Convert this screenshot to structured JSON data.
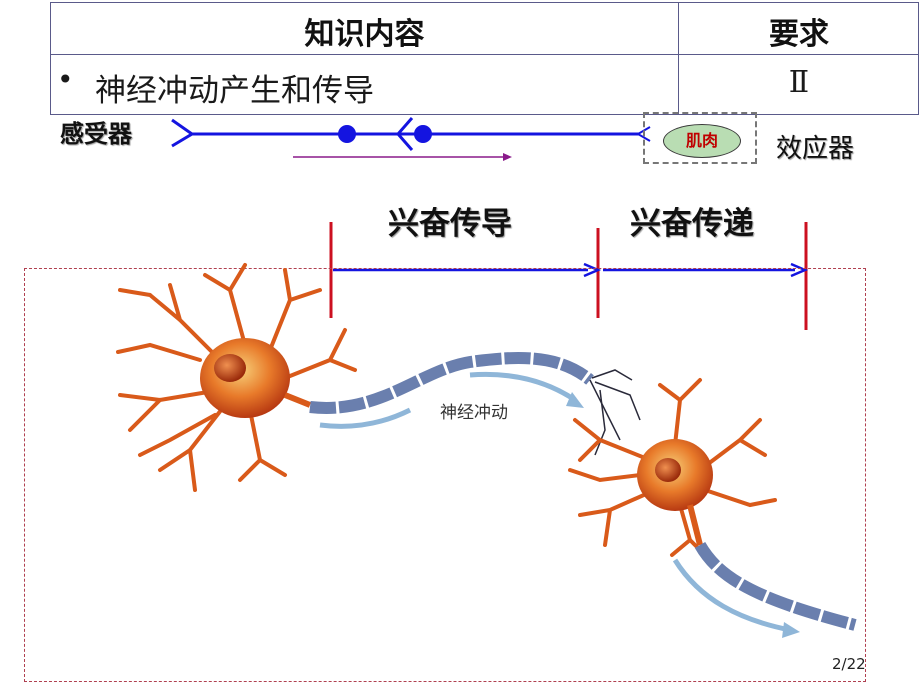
{
  "table": {
    "header_content": "知识内容",
    "header_requirement": "要求",
    "row_bullet": "•",
    "row_content": "神经冲动产生和传导",
    "row_requirement": "Ⅱ"
  },
  "reflex_arc": {
    "receptor_label": "感受器",
    "effector_label": "效应器",
    "muscle_label": "肌肉"
  },
  "process": {
    "conduction_label": "兴奋传导",
    "transmission_label": "兴奋传递"
  },
  "diagram": {
    "impulse_label": "神经冲动"
  },
  "page_number": "2/22",
  "colors": {
    "nerve_line": "#1414e0",
    "arrow_purple": "#8a1a8a",
    "marker_red": "#cc1020",
    "neuron_orange": "#e0641c",
    "axon_blue": "#6a7fae"
  }
}
